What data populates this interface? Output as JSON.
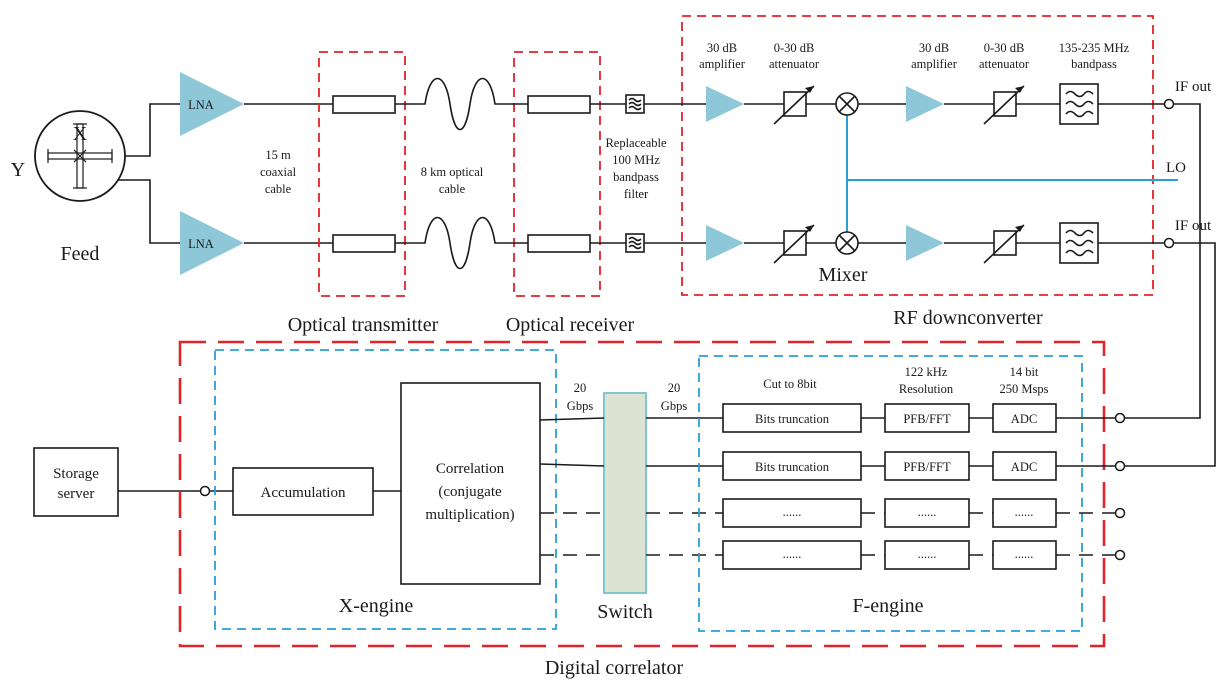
{
  "feed": {
    "x_label": "X",
    "y_label": "Y",
    "label": "Feed"
  },
  "lna": [
    "LNA",
    "LNA"
  ],
  "coax": [
    "15 m",
    "coaxial",
    "cable"
  ],
  "optical_cable": [
    "8 km optical",
    "cable"
  ],
  "bpf_note": [
    "Replaceable",
    "100 MHz",
    "bandpass",
    "filter"
  ],
  "groups": {
    "optical_transmitter": "Optical transmitter",
    "optical_receiver": "Optical receiver",
    "rf_downconverter": "RF downconverter",
    "digital_correlator": "Digital correlator",
    "x_engine": "X-engine",
    "f_engine": "F-engine",
    "switch": "Switch"
  },
  "rf_labels": {
    "amp1": [
      "30 dB",
      "amplifier"
    ],
    "att1": [
      "0-30 dB",
      "attenuator"
    ],
    "amp2": [
      "30 dB",
      "amplifier"
    ],
    "att2": [
      "0-30 dB",
      "attenuator"
    ],
    "bandpass": [
      "135-235 MHz",
      "bandpass"
    ],
    "mixer": "Mixer",
    "lo": "LO",
    "if_out_1": "IF out",
    "if_out_2": "IF out"
  },
  "correlator": {
    "storage": [
      "Storage",
      "server"
    ],
    "accumulation": "Accumulation",
    "correlation": [
      "Correlation",
      "(conjugate",
      "multiplication)"
    ],
    "rate_left": [
      "20",
      "Gbps"
    ],
    "rate_right": [
      "20",
      "Gbps"
    ],
    "f_headers": {
      "cut": "Cut to 8bit",
      "resolution": [
        "122 kHz",
        "Resolution"
      ],
      "adc_spec": [
        "14 bit",
        "250 Msps"
      ]
    },
    "rows": [
      {
        "trunc": "Bits truncation",
        "fft": "PFB/FFT",
        "adc": "ADC"
      },
      {
        "trunc": "Bits truncation",
        "fft": "PFB/FFT",
        "adc": "ADC"
      },
      {
        "trunc": "......",
        "fft": "......",
        "adc": "......"
      },
      {
        "trunc": "......",
        "fft": "......",
        "adc": "......"
      }
    ]
  },
  "colors": {
    "group_red": "#e0242a",
    "engine_blue": "#2a9fd6",
    "amplifier_fill": "#8ec8d8",
    "switch_fill": "#dde3d2",
    "switch_stroke": "#7fc6cf"
  }
}
